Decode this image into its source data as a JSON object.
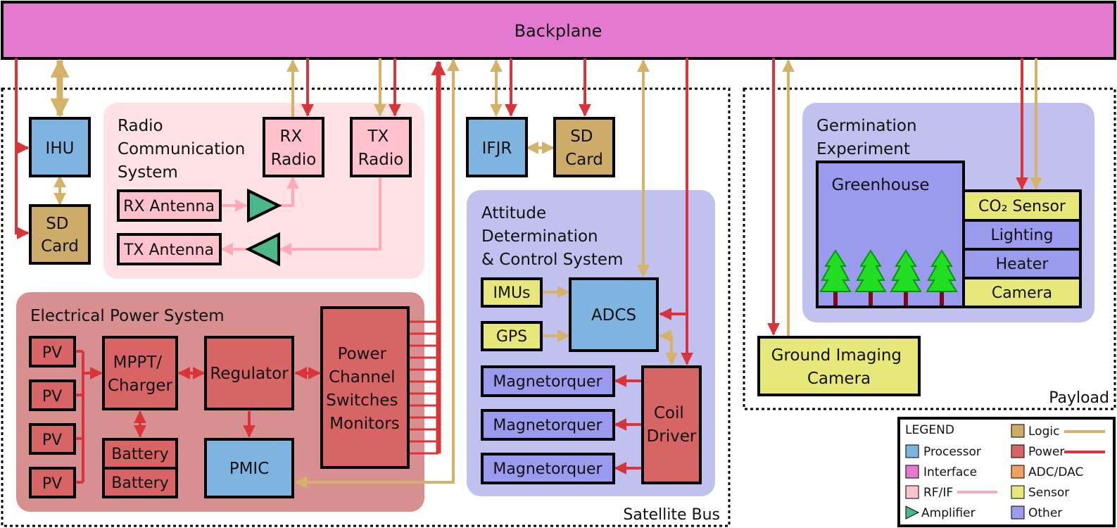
{
  "backplane": "Backplane",
  "regions": {
    "satellite_bus": "Satellite Bus",
    "payload": "Payload"
  },
  "blocks": {
    "ihu": "IHU",
    "sd_card_left": [
      "SD",
      "Card"
    ],
    "rx_radio": [
      "RX",
      "Radio"
    ],
    "tx_radio": [
      "TX",
      "Radio"
    ],
    "rx_antenna": "RX Antenna",
    "tx_antenna": "TX Antenna",
    "ifjr": "IFJR",
    "sd_card_mid": [
      "SD",
      "Card"
    ],
    "imus": "IMUs",
    "gps": "GPS",
    "adcs": "ADCS",
    "magnetorquer": "Magnetorquer",
    "coil_driver": [
      "Coil",
      "Driver"
    ],
    "pv": "PV",
    "mppt": [
      "MPPT/",
      "Charger"
    ],
    "regulator": "Regulator",
    "power_channel": [
      "Power",
      "Channel",
      "Switches",
      "Monitors"
    ],
    "battery": "Battery",
    "pmic": "PMIC",
    "greenhouse": "Greenhouse",
    "co2_sensor": "CO₂ Sensor",
    "lighting": "Lighting",
    "heater": "Heater",
    "camera": "Camera",
    "ground_camera": [
      "Ground Imaging",
      "Camera"
    ]
  },
  "subsystems": {
    "radio": [
      "Radio",
      "Communication",
      "System"
    ],
    "adcs": [
      "Attitude",
      "Determination",
      "& Control System"
    ],
    "eps": "Electrical Power System",
    "germination": [
      "Germination",
      "Experiment"
    ]
  },
  "legend": {
    "title": "LEGEND",
    "items": [
      {
        "label": "Processor",
        "color": "#7fb3e0"
      },
      {
        "label": "Interface",
        "color": "#e47ad0"
      },
      {
        "label": "RF/IF",
        "color": "#ffc1cc"
      },
      {
        "label": "Amplifier",
        "color": "#4cb88a"
      },
      {
        "label": "Logic",
        "color": "#cdac6a"
      },
      {
        "label": "Power",
        "color": "#d86565"
      },
      {
        "label": "ADC/DAC",
        "color": "#f0a060"
      },
      {
        "label": "Sensor",
        "color": "#e8e87a"
      },
      {
        "label": "Other",
        "color": "#9a9aee"
      }
    ],
    "line_colors": {
      "logic": "#d4b26a",
      "power": "#d8343a",
      "rf": "#ffaab8"
    }
  }
}
